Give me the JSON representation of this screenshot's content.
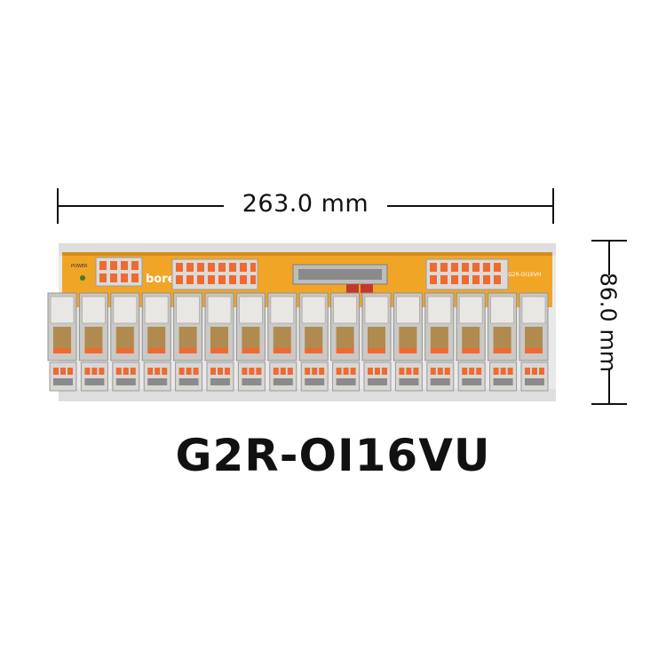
{
  "width_dimension": {
    "label": "263.0 mm"
  },
  "height_dimension": {
    "label": "86.0 mm"
  },
  "model_name": "G2R-OI16VU",
  "board": {
    "brand_text": "bore",
    "silkscreen_right": "G2R-OI16VH",
    "power_label": "POWER",
    "relay_count": 16,
    "colors": {
      "pcb": "#f1a527",
      "rail": "#e6e6e6",
      "terminal": "#d9d7d3",
      "lever": "#ee6a31",
      "relay_case": "#c9c8c4"
    }
  }
}
